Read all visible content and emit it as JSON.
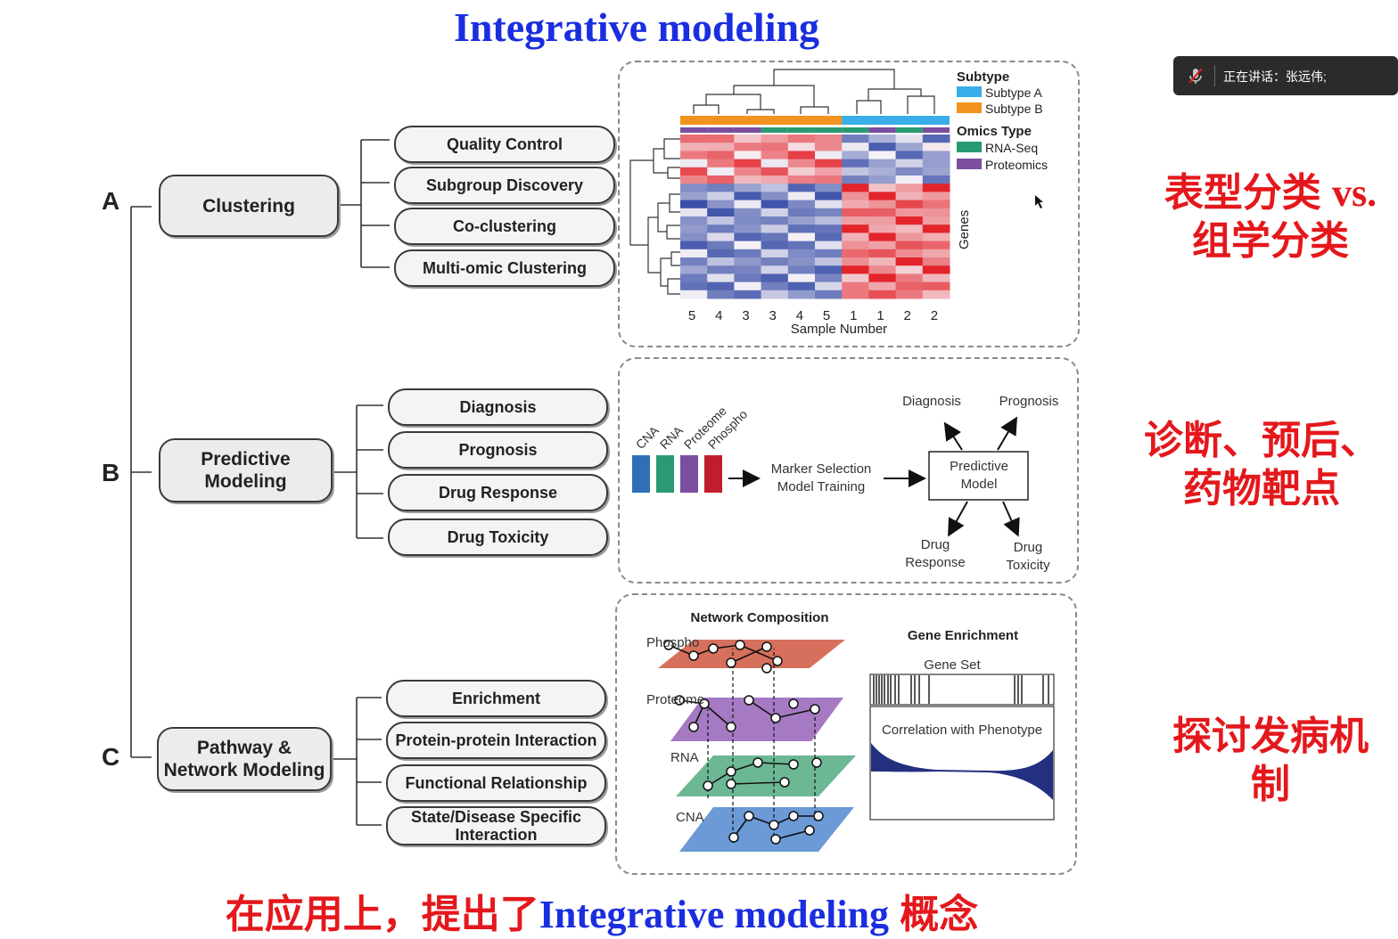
{
  "title": "Integrative modeling",
  "footer": {
    "cn_prefix": "在应用上，提出了",
    "en": "Integrative modeling",
    "cn_suffix": " 概念"
  },
  "toast": {
    "text": "正在讲话：张远伟;"
  },
  "side_notes": {
    "a_line1": "表型分类 ",
    "a_latin": "vs.",
    "a_line2": "组学分类",
    "b_line1": "诊断、预后、",
    "b_line2": "药物靶点",
    "c_line1": "探讨发病机",
    "c_line2": "制"
  },
  "sections": {
    "a": {
      "letter": "A",
      "main": "Clustering",
      "subs": [
        "Quality Control",
        "Subgroup Discovery",
        "Co-clustering",
        "Multi-omic Clustering"
      ]
    },
    "b": {
      "letter": "B",
      "main_line1": "Predictive",
      "main_line2": "Modeling",
      "subs": [
        "Diagnosis",
        "Prognosis",
        "Drug Response",
        "Drug Toxicity"
      ]
    },
    "c": {
      "letter": "C",
      "main_line1": "Pathway &",
      "main_line2": "Network Modeling",
      "subs": [
        "Enrichment",
        "Protein-protein Interaction",
        "Functional Relationship",
        "State/Disease Specific",
        "Interaction"
      ]
    }
  },
  "heatmap": {
    "legend_subtype_title": "Subtype",
    "legend_subtype": [
      "Subtype A",
      "Subtype B"
    ],
    "legend_omics_title": "Omics Type",
    "legend_omics": [
      "RNA-Seq",
      "Proteomics"
    ],
    "ylabel": "Genes",
    "xlabel": "Sample Number",
    "x_ticks": [
      "5",
      "4",
      "3",
      "3",
      "4",
      "5",
      "1",
      "1",
      "2",
      "2"
    ],
    "colors": {
      "subtype_a": "#3aaee8",
      "subtype_b": "#f3921e",
      "rna": "#2a9a72",
      "prot": "#7b4ea0",
      "high": "#e3242b",
      "low": "#3a4fa8"
    }
  },
  "predictive": {
    "omics": [
      "CNA",
      "RNA",
      "Proteome",
      "Phospho"
    ],
    "omics_colors": [
      "#2e6fb8",
      "#2a9a72",
      "#7b4ea0",
      "#c01e2c"
    ],
    "step_line1": "Marker Selection",
    "step_line2": "Model Training",
    "model_line1": "Predictive",
    "model_line2": "Model",
    "out_diag": "Diagnosis",
    "out_prog": "Prognosis",
    "out_resp_1": "Drug",
    "out_resp_2": "Response",
    "out_tox_1": "Drug",
    "out_tox_2": "Toxicity"
  },
  "network": {
    "title": "Network Composition",
    "layers": [
      "Phospho",
      "Proteome",
      "RNA",
      "CNA"
    ],
    "layer_colors": [
      "#d2604a",
      "#9b6bbd",
      "#5cb08a",
      "#5b8fd1"
    ],
    "enrich_title": "Gene Enrichment",
    "gene_set": "Gene Set",
    "corr": "Correlation with Phenotype",
    "enrich_color": "#23307f"
  }
}
